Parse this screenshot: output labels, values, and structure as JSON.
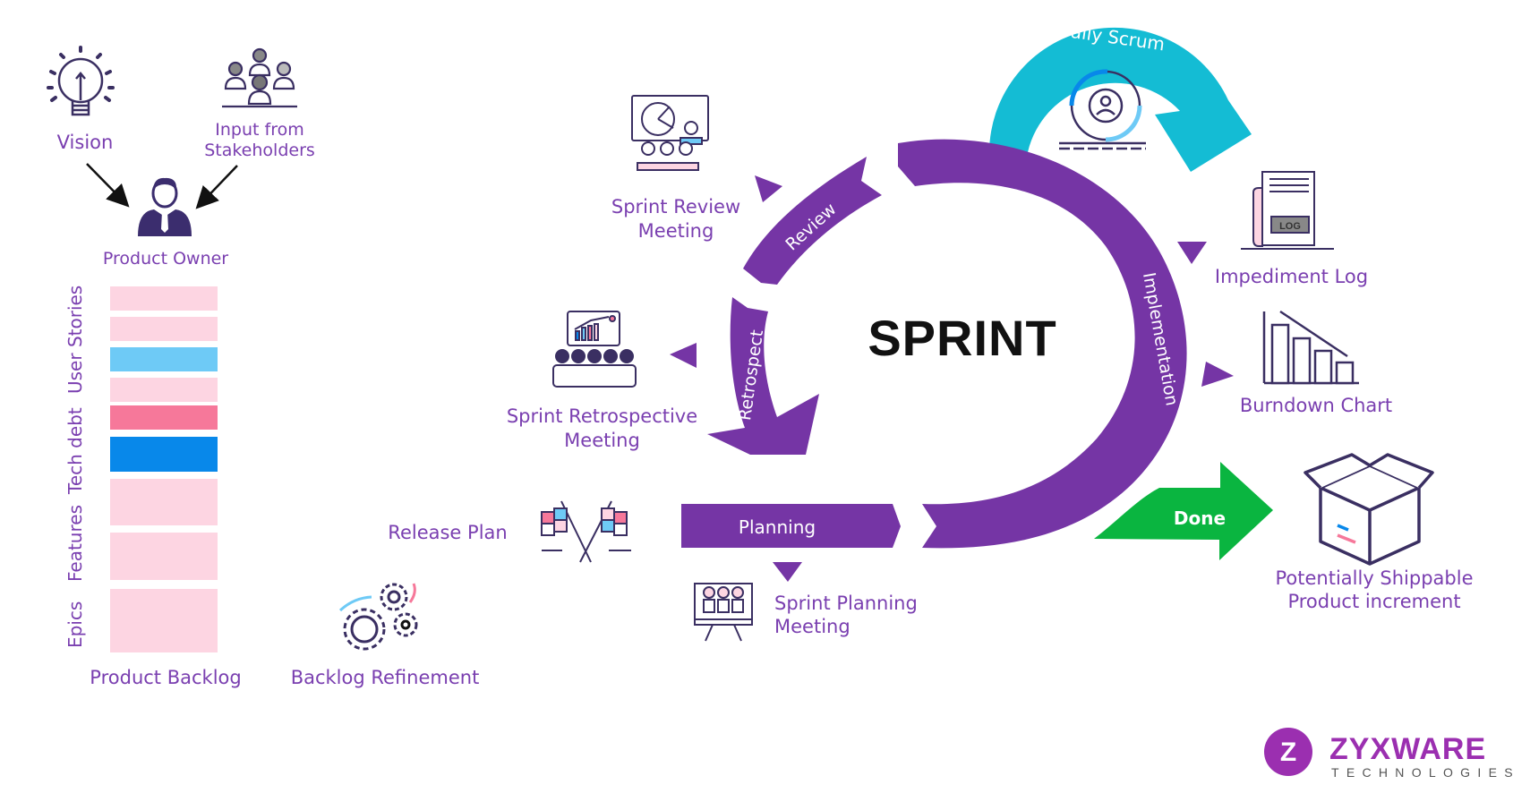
{
  "title": "SPRINT",
  "colors": {
    "purple": "#7535a5",
    "teal": "#14bcd4",
    "green": "#0ab540",
    "label": "#7a3fb0",
    "pink_bar": "#fdd5e2",
    "light_blue_bar": "#6ecaf6",
    "hot_pink_bar": "#f6789a",
    "blue_bar": "#0888ea"
  },
  "inputs": {
    "vision": "Vision",
    "stakeholders_line1": "Input from",
    "stakeholders_line2": "Stakeholders",
    "product_owner": "Product Owner"
  },
  "backlog": {
    "title": "Product Backlog",
    "categories": [
      "User Stories",
      "Tech debt",
      "Features",
      "Epics"
    ],
    "items": [
      {
        "type": "User Story",
        "color": "#fdd5e2"
      },
      {
        "type": "User Story",
        "color": "#fdd5e2"
      },
      {
        "type": "User Story",
        "color": "#6ecaf6"
      },
      {
        "type": "User Story",
        "color": "#fdd5e2"
      },
      {
        "type": "Tech debt",
        "color": "#f6789a"
      },
      {
        "type": "Tech debt",
        "color": "#0888ea"
      },
      {
        "type": "Feature",
        "color": "#fdd5e2"
      },
      {
        "type": "Feature",
        "color": "#fdd5e2"
      },
      {
        "type": "Epic",
        "color": "#fdd5e2"
      }
    ],
    "refinement": "Backlog Refinement"
  },
  "release_plan": "Release Plan",
  "phases": {
    "planning": "Planning",
    "implementation": "Implementation",
    "review": "Review",
    "retrospect": "Retrospect",
    "daily_scrum": "Daily Scrum",
    "done": "Done"
  },
  "meetings": {
    "planning_line1": "Sprint Planning",
    "planning_line2": "Meeting",
    "review_line1": "Sprint Review",
    "review_line2": "Meeting",
    "retro_line1": "Sprint Retrospective",
    "retro_line2": "Meeting"
  },
  "artifacts": {
    "impediment_log": "Impediment Log",
    "log_badge": "LOG",
    "burndown": "Burndown Chart",
    "increment_line1": "Potentially Shippable",
    "increment_line2": "Product increment"
  },
  "logo": {
    "name": "ZYXWARE",
    "subtitle": "TECHNOLOGIES",
    "mark": "Z"
  }
}
